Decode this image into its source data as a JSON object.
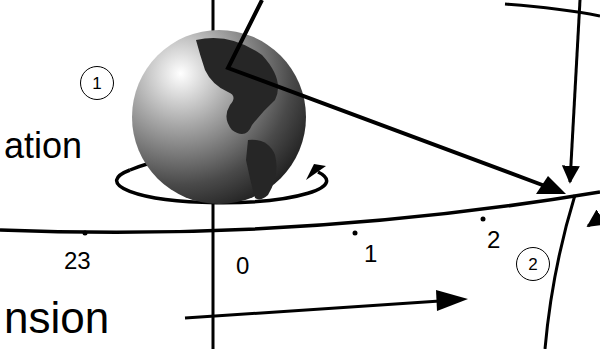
{
  "diagram": {
    "nodes": [
      {
        "text": [
          "1"
        ]
      },
      {
        "text": [
          "2"
        ]
      }
    ],
    "labels": [
      "ation",
      "23",
      "0",
      "1",
      "2",
      "nsion"
    ]
  }
}
